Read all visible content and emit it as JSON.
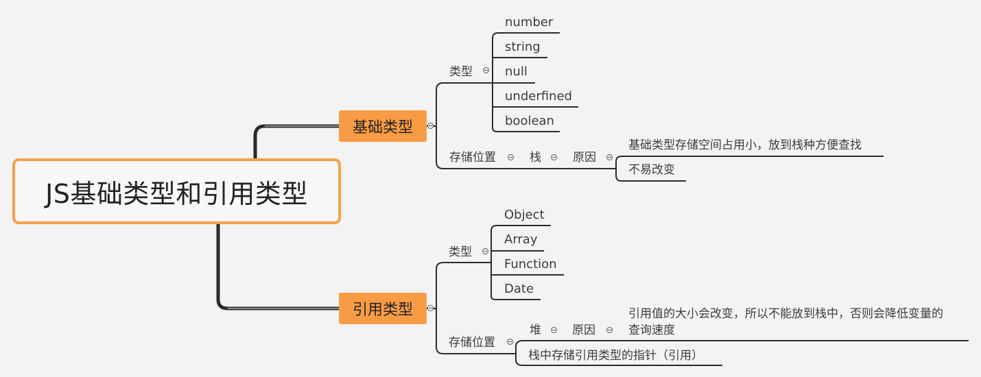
{
  "root": {
    "title": "JS基础类型和引用类型"
  },
  "basic": {
    "title": "基础类型",
    "type_label": "类型",
    "types": [
      "number",
      "string",
      "null",
      "underfined",
      "boolean"
    ],
    "storage_label": "存储位置",
    "storage_value": "栈",
    "reason_label": "原因",
    "reasons": [
      "基础类型存储空间占用小，放到栈种方便查找",
      "不易改变"
    ]
  },
  "reference": {
    "title": "引用类型",
    "type_label": "类型",
    "types": [
      "Object",
      "Array",
      "Function",
      "Date"
    ],
    "storage_label": "存储位置",
    "storage_value": "堆",
    "reason_label": "原因",
    "reason_line1": "引用值的大小会改变，所以不能放到栈中，否则会降低变量的",
    "reason_line2": "查询速度",
    "pointer_note": "栈中存储引用类型的指针（引用）"
  },
  "colors": {
    "accent": "#f89b45",
    "root_border": "#f7a04b",
    "line": "#2b2b2b",
    "background": "#f3f3f3"
  },
  "icons": {
    "collapse": "collapse-circle-icon"
  }
}
